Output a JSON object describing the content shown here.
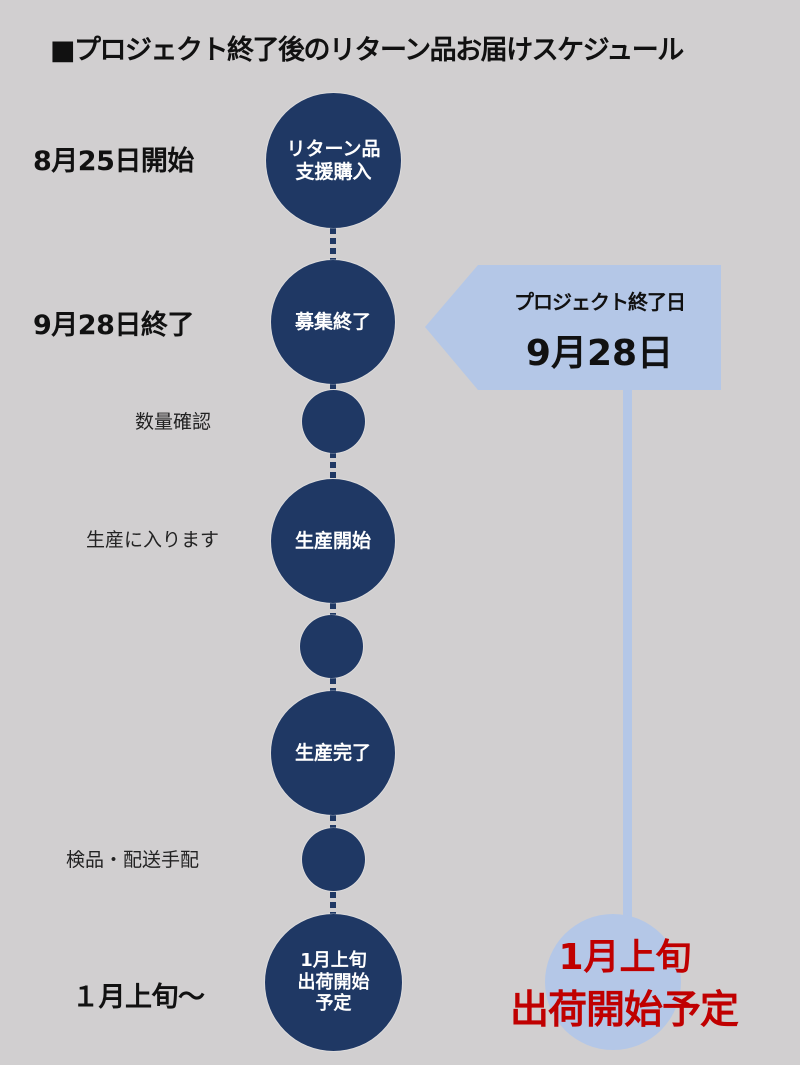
{
  "title": "■プロジェクト終了後のリターン品お届けスケジュール",
  "colors": {
    "background": "#d1cfd0",
    "node": "#1f3864",
    "callout": "#b4c7e7",
    "accent_red": "#c00000"
  },
  "timeline": {
    "nodes": [
      {
        "label": "リターン品\n支援購入",
        "size": "large",
        "side_label": "8月25日開始",
        "side_style": "bold"
      },
      {
        "label": "募集終了",
        "size": "large",
        "side_label": "9月28日終了",
        "side_style": "bold"
      },
      {
        "label": "",
        "size": "small",
        "side_label": "数量確認",
        "side_style": "light"
      },
      {
        "label": "生産開始",
        "size": "large",
        "side_label": "生産に入ります",
        "side_style": "light"
      },
      {
        "label": "",
        "size": "small",
        "side_label": "",
        "side_style": "light"
      },
      {
        "label": "生産完了",
        "size": "large",
        "side_label": "",
        "side_style": "light"
      },
      {
        "label": "",
        "size": "small",
        "side_label": "検品・配送手配",
        "side_style": "light"
      },
      {
        "label": "1月上旬\n出荷開始\n予定",
        "size": "large",
        "side_label": "１月上旬～",
        "side_style": "bold"
      }
    ]
  },
  "callout": {
    "heading": "プロジェクト終了日",
    "date": "9月28日"
  },
  "shipping_note": {
    "line1": "1月上旬",
    "line2": "出荷開始予定"
  }
}
